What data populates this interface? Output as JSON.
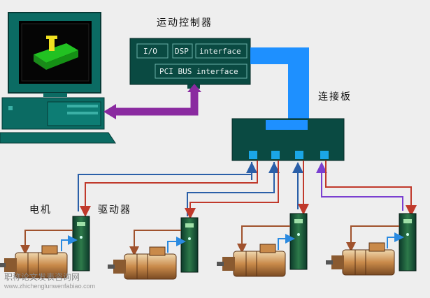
{
  "labels": {
    "controller_title": "运动控制器",
    "board_title": "连接板",
    "motor_label": "电机",
    "driver_label": "驱动器"
  },
  "controller": {
    "io": "I/O",
    "dsp": "DSP",
    "interface_top": "interface",
    "pci_bus": "PCI BUS interface"
  },
  "watermark": {
    "line1": "职称论文发表咨询网",
    "line2": "www.zhichenglunwenfabiao.com"
  },
  "colors": {
    "background": "#eeeeee",
    "board_fill": "#0a4a42",
    "board_port": "#1aa6e6",
    "link_blue": "#1e90ff",
    "pci_arrow": "#8a2aa0",
    "cmd_red": "#c0392b",
    "feedback_blue": "#2a5fa8",
    "feedback_purple": "#7a3fd0",
    "motor_orange": "#b8703a"
  }
}
